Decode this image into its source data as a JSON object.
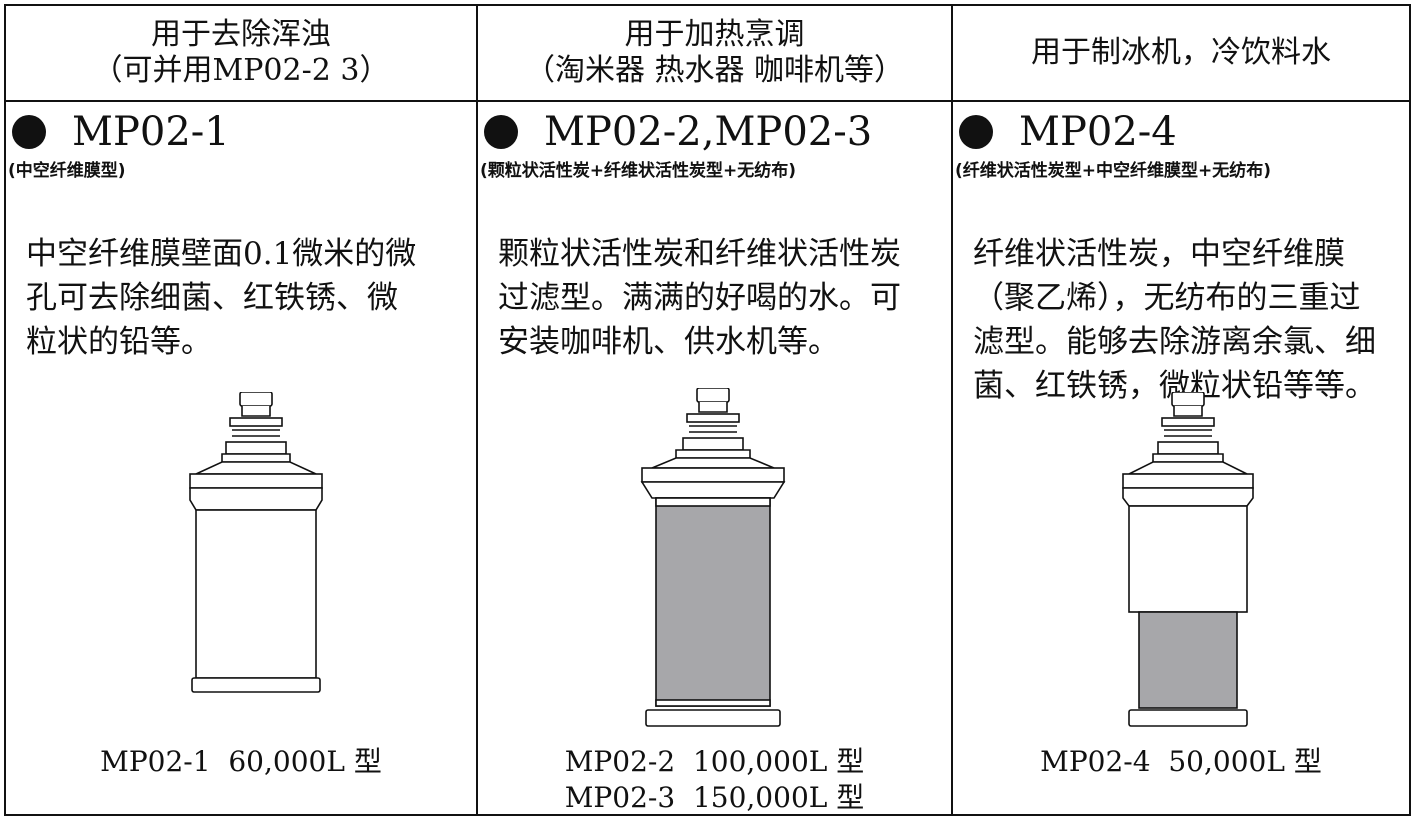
{
  "columns": [
    {
      "header": [
        "用于去除浑浊",
        "（可并用MP02-2 3）"
      ],
      "model": "MP02-1",
      "subtitle": "(中空纤维膜型)",
      "description": [
        "中空纤维膜壁面0.1微米的微",
        "孔可去除细菌、红铁锈、微",
        "粒状的铅等。"
      ],
      "capacity": [
        "MP02-1  60,000L 型"
      ]
    },
    {
      "header": [
        "用于加热烹调",
        "（淘米器 热水器 咖啡机等）"
      ],
      "model": "MP02-2,MP02-3",
      "subtitle": "(颗粒状活性炭+纤维状活性炭型+无纺布)",
      "description": [
        "颗粒状活性炭和纤维状活性炭",
        "过滤型。满满的好喝的水。可",
        "安装咖啡机、供水机等。"
      ],
      "capacity": [
        "MP02-2  100,000L 型",
        "MP02-3  150,000L 型"
      ]
    },
    {
      "header": [
        "用于制冰机，冷饮料水"
      ],
      "model": "MP02-4",
      "subtitle": "(纤维状活性炭型+中空纤维膜型+无纺布)",
      "description": [
        "纤维状活性炭，中空纤维膜",
        "（聚乙烯），无纺布的三重过",
        "滤型。能够去除游离余氯、细",
        "菌、红铁锈，微粒状铅等等。"
      ],
      "capacity": [
        "MP02-4  50,000L 型"
      ]
    }
  ],
  "colors": {
    "border": "#111111",
    "carbon_fill": "#a7a7aa",
    "background": "#ffffff"
  }
}
